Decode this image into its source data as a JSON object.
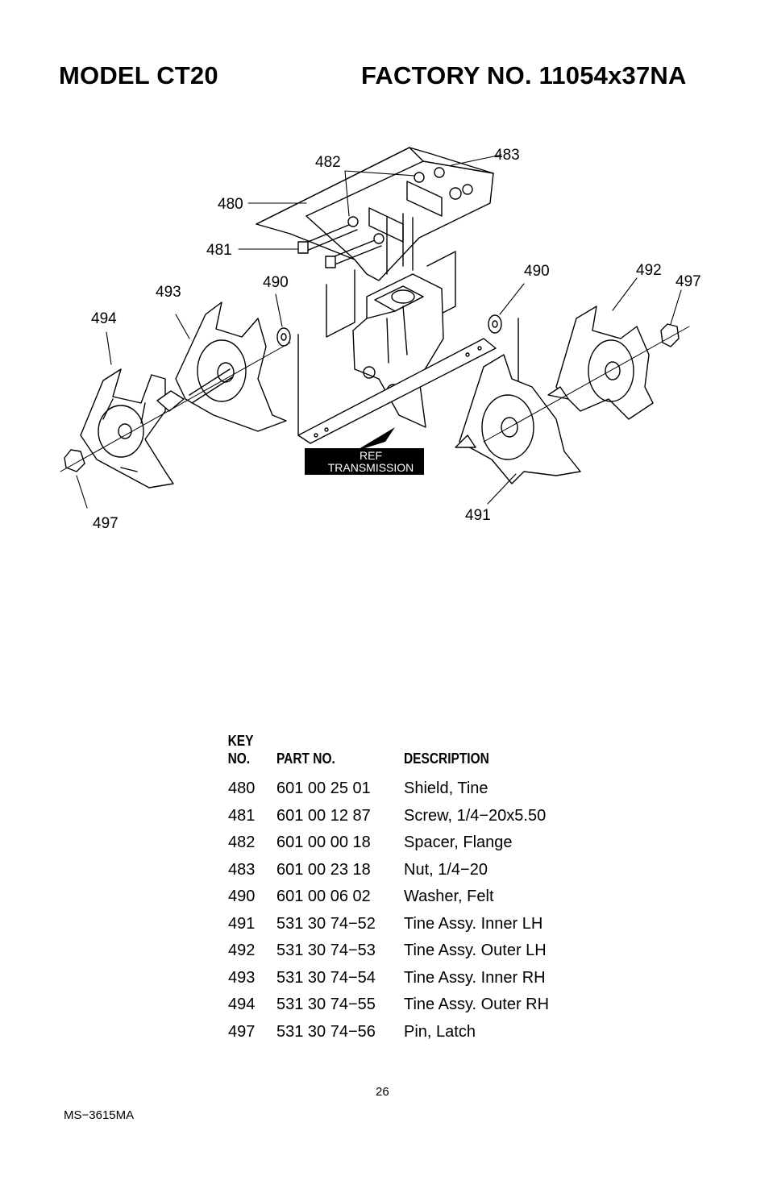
{
  "header": {
    "model": "MODEL CT20",
    "factory": "FACTORY NO. 11054x37NA"
  },
  "diagram": {
    "callouts": {
      "c480": "480",
      "c481": "481",
      "c482": "482",
      "c483": "483",
      "c490a": "490",
      "c490b": "490",
      "c491": "491",
      "c492": "492",
      "c493": "493",
      "c494": "494",
      "c497a": "497",
      "c497b": "497"
    },
    "ref_label": {
      "line1": "REF",
      "line2": "TRANSMISSION"
    }
  },
  "parts_table": {
    "headers": {
      "key_line1": "KEY",
      "key_line2": "NO.",
      "part_no": "PART NO.",
      "description": "DESCRIPTION"
    },
    "rows": [
      {
        "key": "480",
        "part": "601 00 25 01",
        "desc": "Shield, Tine"
      },
      {
        "key": "481",
        "part": "601 00 12 87",
        "desc": "Screw, 1/4−20x5.50"
      },
      {
        "key": "482",
        "part": "601 00 00 18",
        "desc": "Spacer, Flange"
      },
      {
        "key": "483",
        "part": "601 00 23 18",
        "desc": "Nut, 1/4−20"
      },
      {
        "key": "490",
        "part": "601 00 06 02",
        "desc": "Washer, Felt"
      },
      {
        "key": "491",
        "part": "531 30 74−52",
        "desc": "Tine Assy. Inner LH"
      },
      {
        "key": "492",
        "part": "531 30 74−53",
        "desc": "Tine Assy. Outer LH"
      },
      {
        "key": "493",
        "part": "531 30 74−54",
        "desc": "Tine Assy. Inner RH"
      },
      {
        "key": "494",
        "part": "531 30 74−55",
        "desc": "Tine Assy. Outer RH"
      },
      {
        "key": "497",
        "part": "531 30 74−56",
        "desc": "Pin, Latch"
      }
    ]
  },
  "footer": {
    "doc_number": "MS−3615MA",
    "page_number": "26"
  }
}
